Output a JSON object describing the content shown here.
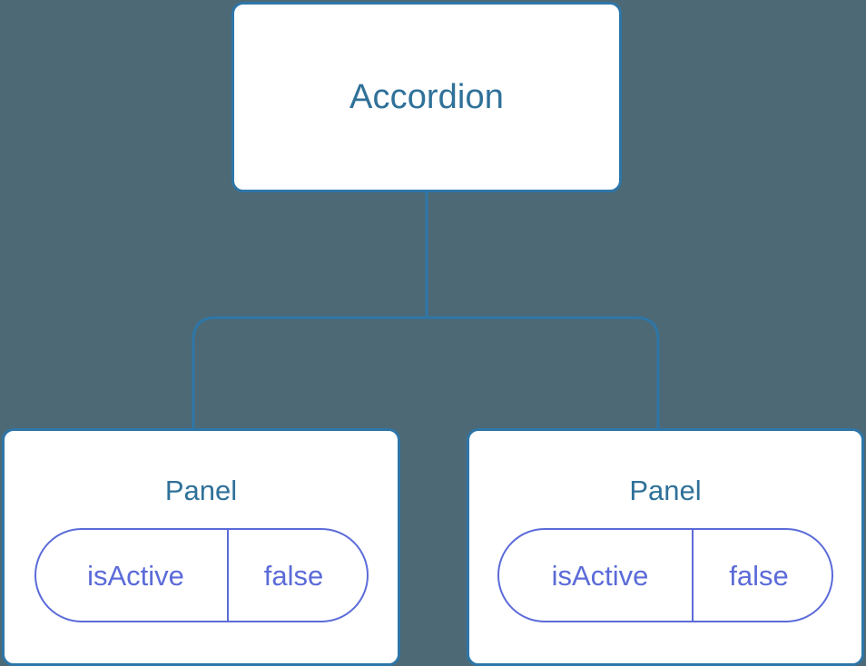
{
  "diagram": {
    "type": "component-tree",
    "background_color": "#4d6975",
    "node_border_color": "#2e76a8",
    "node_title_color": "#2f7199",
    "state_accent_color": "#5b6bd8",
    "connector_color": "#2e76a8",
    "root": {
      "id": "accordion",
      "title": "Accordion",
      "state": []
    },
    "children": [
      {
        "id": "panel-left",
        "title": "Panel",
        "state": [
          {
            "key": "isActive",
            "value": "false"
          }
        ]
      },
      {
        "id": "panel-right",
        "title": "Panel",
        "state": [
          {
            "key": "isActive",
            "value": "false"
          }
        ]
      }
    ]
  }
}
